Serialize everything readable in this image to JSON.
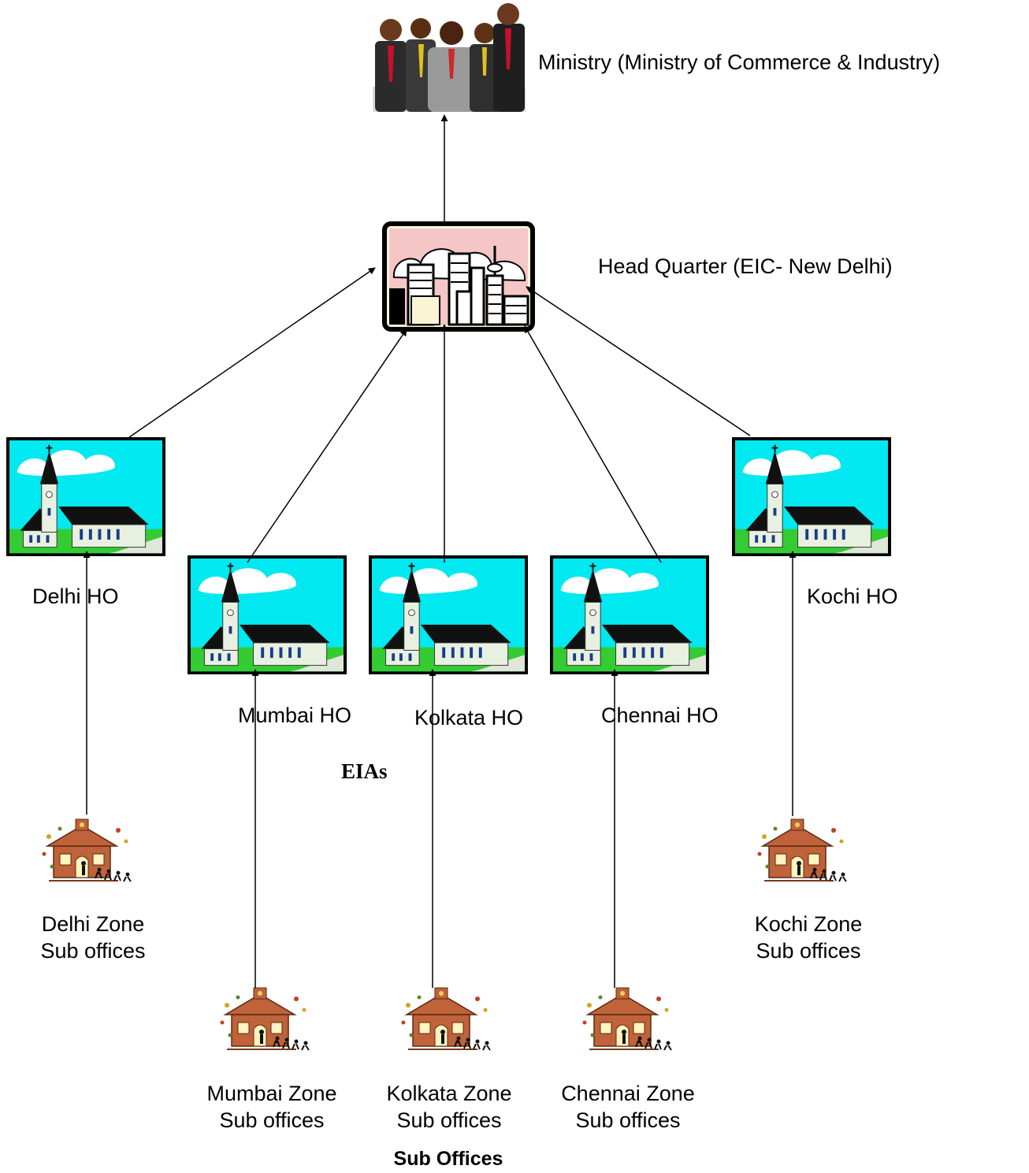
{
  "ministry": {
    "label": "Ministry (Ministry of Commerce & Industry)"
  },
  "headquarter": {
    "label": "Head Quarter (EIC- New Delhi)"
  },
  "head_offices": [
    {
      "label": "Delhi HO"
    },
    {
      "label": "Mumbai HO"
    },
    {
      "label": "Kolkata HO"
    },
    {
      "label": "Chennai HO"
    },
    {
      "label": "Kochi HO"
    }
  ],
  "eias_label": "EIAs",
  "sub_offices": [
    {
      "line1": "Delhi Zone",
      "line2": "Sub offices"
    },
    {
      "line1": "Mumbai Zone",
      "line2": "Sub offices"
    },
    {
      "line1": "Kolkata Zone",
      "line2": "Sub offices"
    },
    {
      "line1": "Chennai Zone",
      "line2": "Sub offices"
    },
    {
      "line1": "Kochi Zone",
      "line2": "Sub offices"
    }
  ],
  "sub_offices_heading": "Sub Offices",
  "colors": {
    "sky": "#00e8f0",
    "grass": "#33cc33",
    "roof": "#111111",
    "church_wall": "#e8f0e0",
    "hq_sky": "#f5c6c6",
    "hq_frame_inner": "#fbf3d6",
    "school_brick": "#c0623a",
    "line": "#000000"
  },
  "icons": {
    "ministry": "business-people-icon",
    "headquarter": "city-skyline-icon",
    "head_office": "church-icon",
    "sub_office": "schoolhouse-icon"
  }
}
